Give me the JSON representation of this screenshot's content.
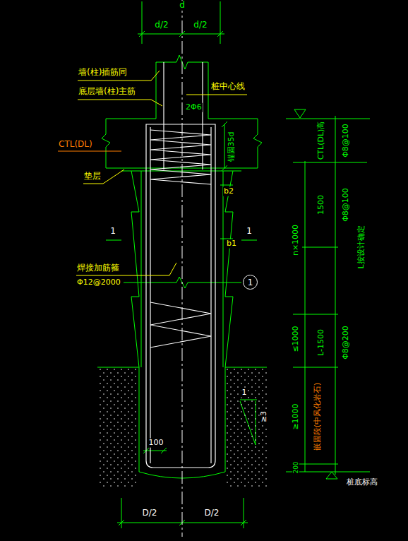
{
  "diagram": {
    "nodes": [
      {
        "text": [
          "1"
        ]
      }
    ],
    "labels": [
      "d",
      "d/2",
      "d/2",
      "墙(柱)插筋同",
      "底层墙(柱)主筋",
      "桩中心线",
      "2Φ6",
      "CTL(DL)",
      "锚固35d",
      "垫层",
      "b2",
      "1",
      "1",
      "b1",
      "焊接加筋箍",
      "Φ12@2000",
      "100",
      "1",
      "≥3",
      "D/2",
      "D/2",
      "CTL(DL)高",
      "Φ8@100",
      "1500",
      "Φ8@100",
      "n×1000",
      "L按设计确定",
      "≤1000",
      "L-1500",
      "Φ8@200",
      "≥1000",
      "嵌固段(中风化岩石)",
      "200",
      "桩底标高"
    ]
  }
}
